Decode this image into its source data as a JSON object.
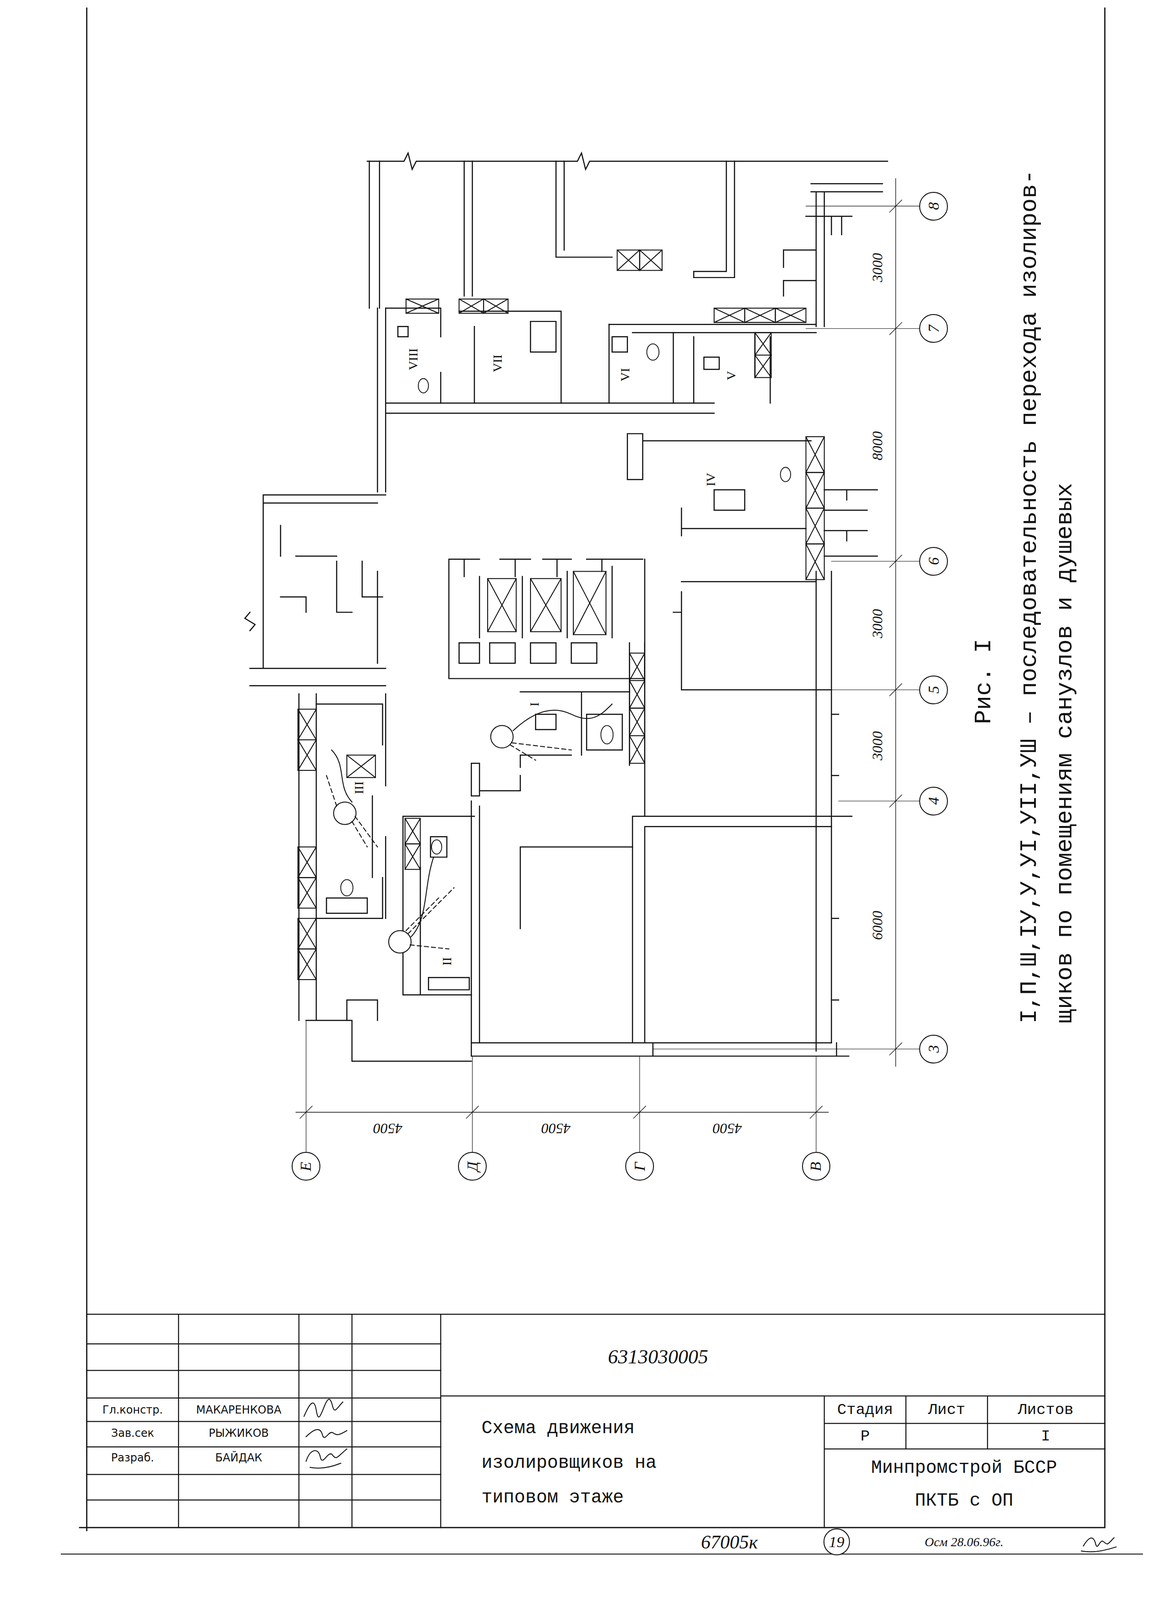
{
  "diagram": {
    "title": "Схема движения изолировщиков на типовом этаже",
    "caption": "Рис. I",
    "nodes": [
      {
        "text": [
          "8"
        ]
      },
      {
        "text": [
          "7"
        ]
      },
      {
        "text": [
          "6"
        ]
      },
      {
        "text": [
          "5"
        ]
      },
      {
        "text": [
          "4"
        ]
      },
      {
        "text": [
          "3"
        ]
      },
      {
        "text": [
          "Е"
        ]
      },
      {
        "text": [
          "Д"
        ]
      },
      {
        "text": [
          "Г"
        ]
      },
      {
        "text": [
          "В"
        ]
      },
      {
        "text": [
          "19"
        ]
      }
    ],
    "labels": [
      "3000",
      "8000",
      "3000",
      "3000",
      "6000",
      "4500",
      "4500",
      "4500",
      "VIII",
      "VII",
      "VI",
      "V",
      "IV",
      "I",
      "III",
      "II",
      "I,П,Ш,IУ,У,УI,УII,УШ – последовательность перехода изолиров- щиков по помещениям санузлов и душевых",
      "6313030005",
      "Гл.констр.",
      "МАКАРЕНКОВА",
      "Зав.сек",
      "РЫЖИКОВ",
      "Разраб.",
      "БАЙДАК",
      "Стадия",
      "Лист",
      "Листов",
      "Р",
      "I",
      "Минпромстрой БССР ПКТБ с ОП",
      "67005к",
      "Осм 28.06.96г."
    ]
  }
}
